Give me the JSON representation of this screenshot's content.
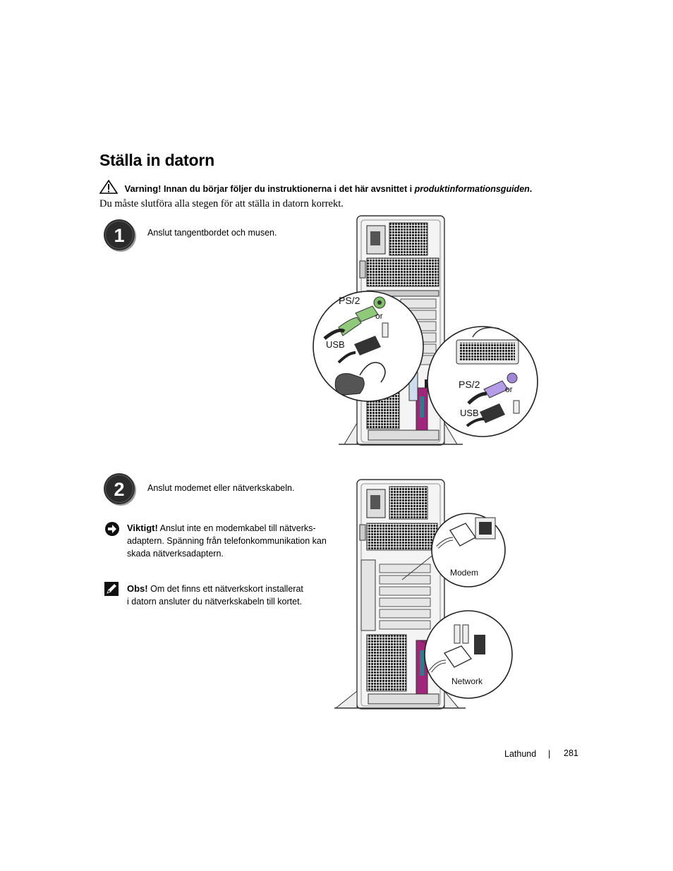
{
  "page": {
    "title": "Ställa in datorn",
    "warning": {
      "label": "Varning!",
      "text": "Innan du börjar följer du instruktionerna i det här avsnittet i",
      "italic": "produktinformationsguiden",
      "end": "."
    },
    "intro": "Du måste slutföra alla stegen för att ställa in datorn korrekt."
  },
  "steps": [
    {
      "number": "1",
      "text": "Anslut tangentbordet och musen.",
      "figure_labels": {
        "ps2_a": "PS/2",
        "or_a": "or",
        "usb_a": "USB",
        "ps2_b": "PS/2",
        "or_b": "or",
        "usb_b": "USB"
      }
    },
    {
      "number": "2",
      "text": "Anslut modemet eller nätverkskabeln.",
      "figure_labels": {
        "modem": "Modem",
        "network": "Network"
      }
    }
  ],
  "notices": {
    "important": {
      "label": "Viktigt!",
      "line1": "Anslut inte en modemkabel till nätverks-",
      "line2": "adaptern. Spänning från telefonkommunikation kan",
      "line3": "skada nätverksadaptern."
    },
    "note": {
      "label": "Obs!",
      "line1": "Om det finns ett nätverkskort installerat",
      "line2": "i datorn ansluter du nätverkskabeln till kortet."
    }
  },
  "footer": {
    "section": "Lathund",
    "separator": "|",
    "page_number": "281"
  },
  "icons": [
    "warning-triangle-icon",
    "important-arrow-icon",
    "note-pencil-icon"
  ]
}
